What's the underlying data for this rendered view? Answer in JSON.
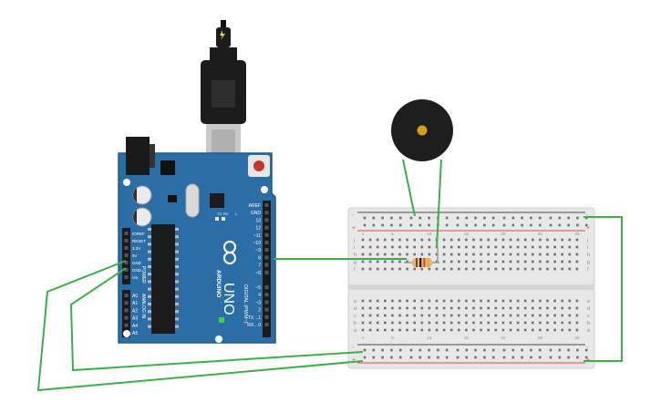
{
  "board": {
    "brand": "ARDUINO",
    "model": "UNO",
    "header_digital_label": "DIGITAL (PWM~)",
    "header_power_label": "POWER",
    "header_analog_label": "ANALOG IN",
    "tx_label": "TX",
    "rx_label": "RX",
    "l_label": "L",
    "digital_pins": [
      "AREF",
      "GND",
      "13",
      "12",
      "~11",
      "~10",
      "~9",
      "8",
      "7",
      "~6",
      "~5",
      "4",
      "~3",
      "2",
      "TX→1",
      "RX←0"
    ],
    "power_pins": [
      "IOREF",
      "RESET",
      "3.3V",
      "5V",
      "GND",
      "GND",
      "Vin"
    ],
    "analog_pins": [
      "A0",
      "A1",
      "A2",
      "A3",
      "A4",
      "A5"
    ],
    "board_color": "#2b6ea6",
    "usb_plug_color": "#1c1c1c"
  },
  "breadboard": {
    "columns": 30,
    "rows_top": [
      "j",
      "i",
      "h",
      "g",
      "f"
    ],
    "rows_bottom": [
      "e",
      "d",
      "c",
      "b",
      "a"
    ],
    "column_labels": [
      "1",
      "5",
      "10",
      "15",
      "20",
      "25",
      "30"
    ],
    "rail_plus": "+",
    "rail_minus": "-"
  },
  "components": {
    "buzzer": "piezo-buzzer",
    "resistor": "resistor",
    "resistor_bands": [
      "#8b4513",
      "#000000",
      "#ff3b00",
      "#d4af37"
    ]
  },
  "colors": {
    "wire": "#3fae49",
    "rail_red": "#e04a4a",
    "rail_dark": "#4a4a4a",
    "breadboard_body": "#e8e8e8"
  }
}
